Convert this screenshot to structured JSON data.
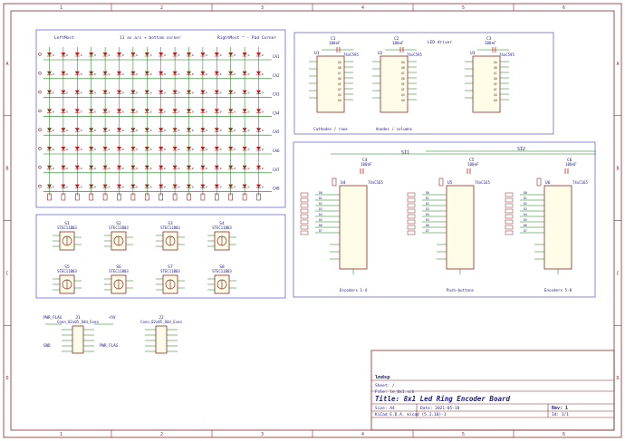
{
  "colors": {
    "frame": "#8b2a2a",
    "wire": "#127a12",
    "panel": "#6a6ad0",
    "part": "#8b2a2a",
    "label": "#1a1a8a",
    "led": "#d01010",
    "cap": "#d02020",
    "sheet_bg": "#ffffff"
  },
  "border": {
    "columns": [
      "1",
      "2",
      "3",
      "4",
      "5",
      "6"
    ],
    "rows": [
      "A",
      "B",
      "C",
      "D"
    ]
  },
  "led_matrix": {
    "label_left": "LeftMost",
    "label_center": "11 as a/c + bottom corner",
    "label_right": "RightMost ^ - Pad Corner",
    "row_labels": [
      "CA1",
      "CA2",
      "CA3",
      "CA4",
      "CA5",
      "CA6",
      "CA7",
      "CA8"
    ],
    "rows": 8,
    "cols": 16
  },
  "shift_regs": [
    {
      "ref": "U1",
      "cap_ref": "C1",
      "cap_val": "100nF",
      "part": "74xC595",
      "caption": "Cathodes / rows"
    },
    {
      "ref": "U2",
      "cap_ref": "C2",
      "cap_val": "100nF",
      "part": "74xC595",
      "caption": "Anodes / columns"
    },
    {
      "ref": "U3",
      "cap_ref": "C3",
      "cap_val": "100nF",
      "part": "74xC595",
      "caption": ""
    }
  ],
  "led_driver_label": "LED driver",
  "input_regs": [
    {
      "ref": "U4",
      "cap_ref": "C4",
      "cap_val": "100nF",
      "part": "74xC165",
      "caption": "Encoders 1-4"
    },
    {
      "ref": "U5",
      "cap_ref": "C5",
      "cap_val": "100nF",
      "part": "74xC165",
      "caption": "Push-buttons"
    },
    {
      "ref": "U6",
      "cap_ref": "C6",
      "cap_val": "100nF",
      "part": "74xC165",
      "caption": "Encoders 5-8"
    }
  ],
  "bus_labels": {
    "si1": "SI1",
    "si2": "SI2"
  },
  "encoders": [
    {
      "ref": "S1",
      "part": "STEC11B03"
    },
    {
      "ref": "S2",
      "part": "STEC11B03"
    },
    {
      "ref": "S3",
      "part": "STEC11B03"
    },
    {
      "ref": "S4",
      "part": "STEC11B03"
    },
    {
      "ref": "S5",
      "part": "STEC11B03"
    },
    {
      "ref": "S6",
      "part": "STEC11B03"
    },
    {
      "ref": "S7",
      "part": "STEC11B03"
    },
    {
      "ref": "S8",
      "part": "STEC11B03"
    }
  ],
  "connectors": [
    {
      "ref": "J1",
      "part": "Conn_02x05_Odd_Even",
      "pwr_label": "PWR_FLAG",
      "vcc": "+5V",
      "gnd": "GND"
    },
    {
      "ref": "J2",
      "part": "Conn_02x05_Odd_Even"
    }
  ],
  "title_block": {
    "company": "lmdsp",
    "sheet": "Sheet: /",
    "file": "File: le_8x1.sch",
    "title": "Title: 8x1 Led Ring Encoder Board",
    "size": "Size: A4",
    "date": "Date: 2021-05-18",
    "rev": "Rev: 1",
    "kicad": "KiCad E.D.A.  kicad (5.1.10)-1",
    "id": "Id: 1/1"
  }
}
